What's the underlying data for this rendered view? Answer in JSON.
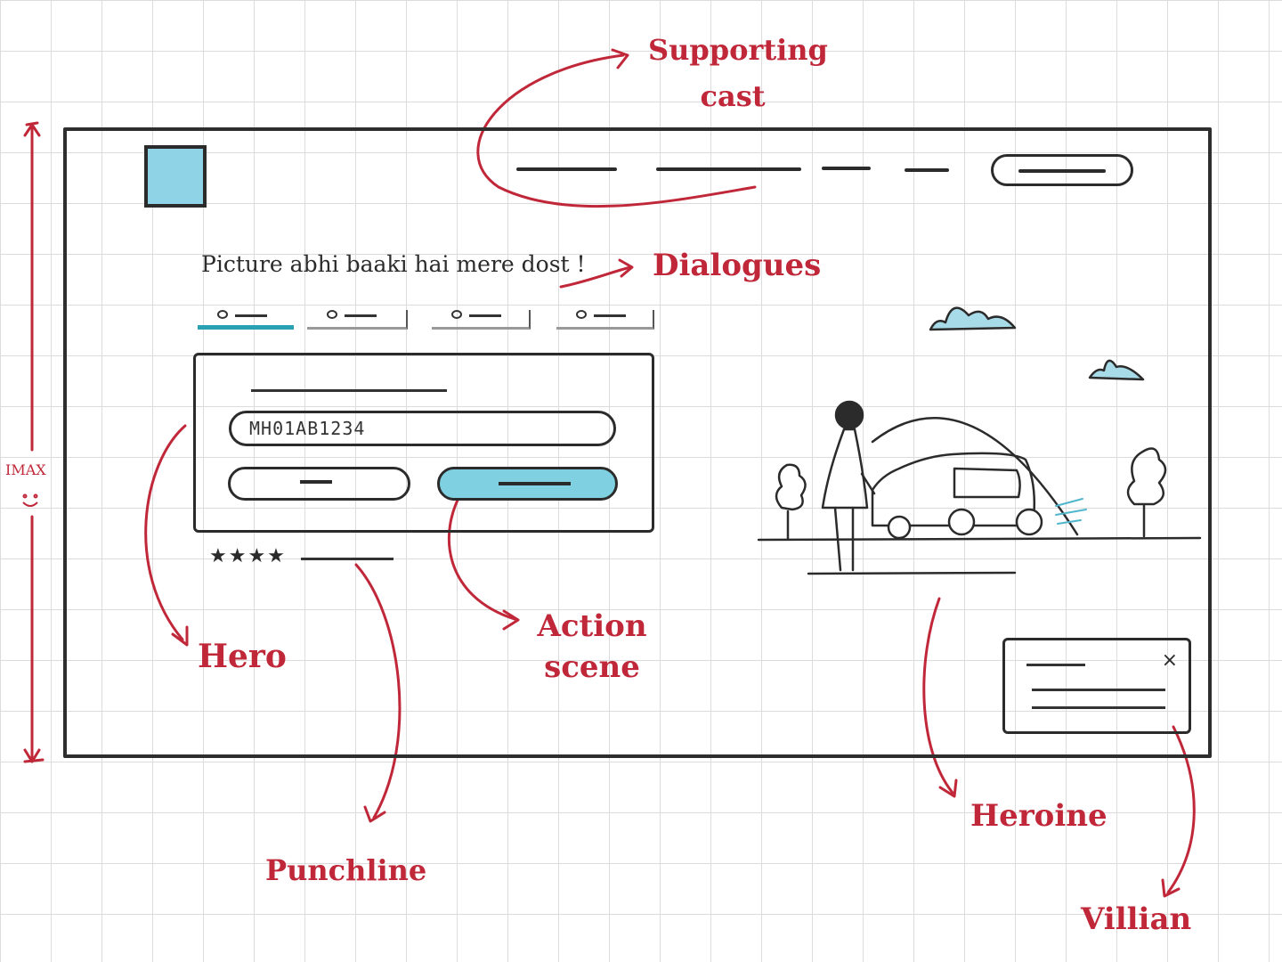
{
  "page": {
    "headline": "Picture abhi baaki hai mere dost !",
    "input_value": "MH01AB1234",
    "rating_stars": "★★★★",
    "toast_close": "×"
  },
  "annotations": {
    "supporting_cast": "Supporting cast",
    "dialogues": "Dialogues",
    "hero": "Hero",
    "action_scene": "Action scene",
    "punchline": "Punchline",
    "heroine": "Heroine",
    "villian": "Villian",
    "imax": "IMAX"
  },
  "colors": {
    "annotation": "#c0283a",
    "accent": "#7fd0e0",
    "ink": "#2b2b2b"
  }
}
